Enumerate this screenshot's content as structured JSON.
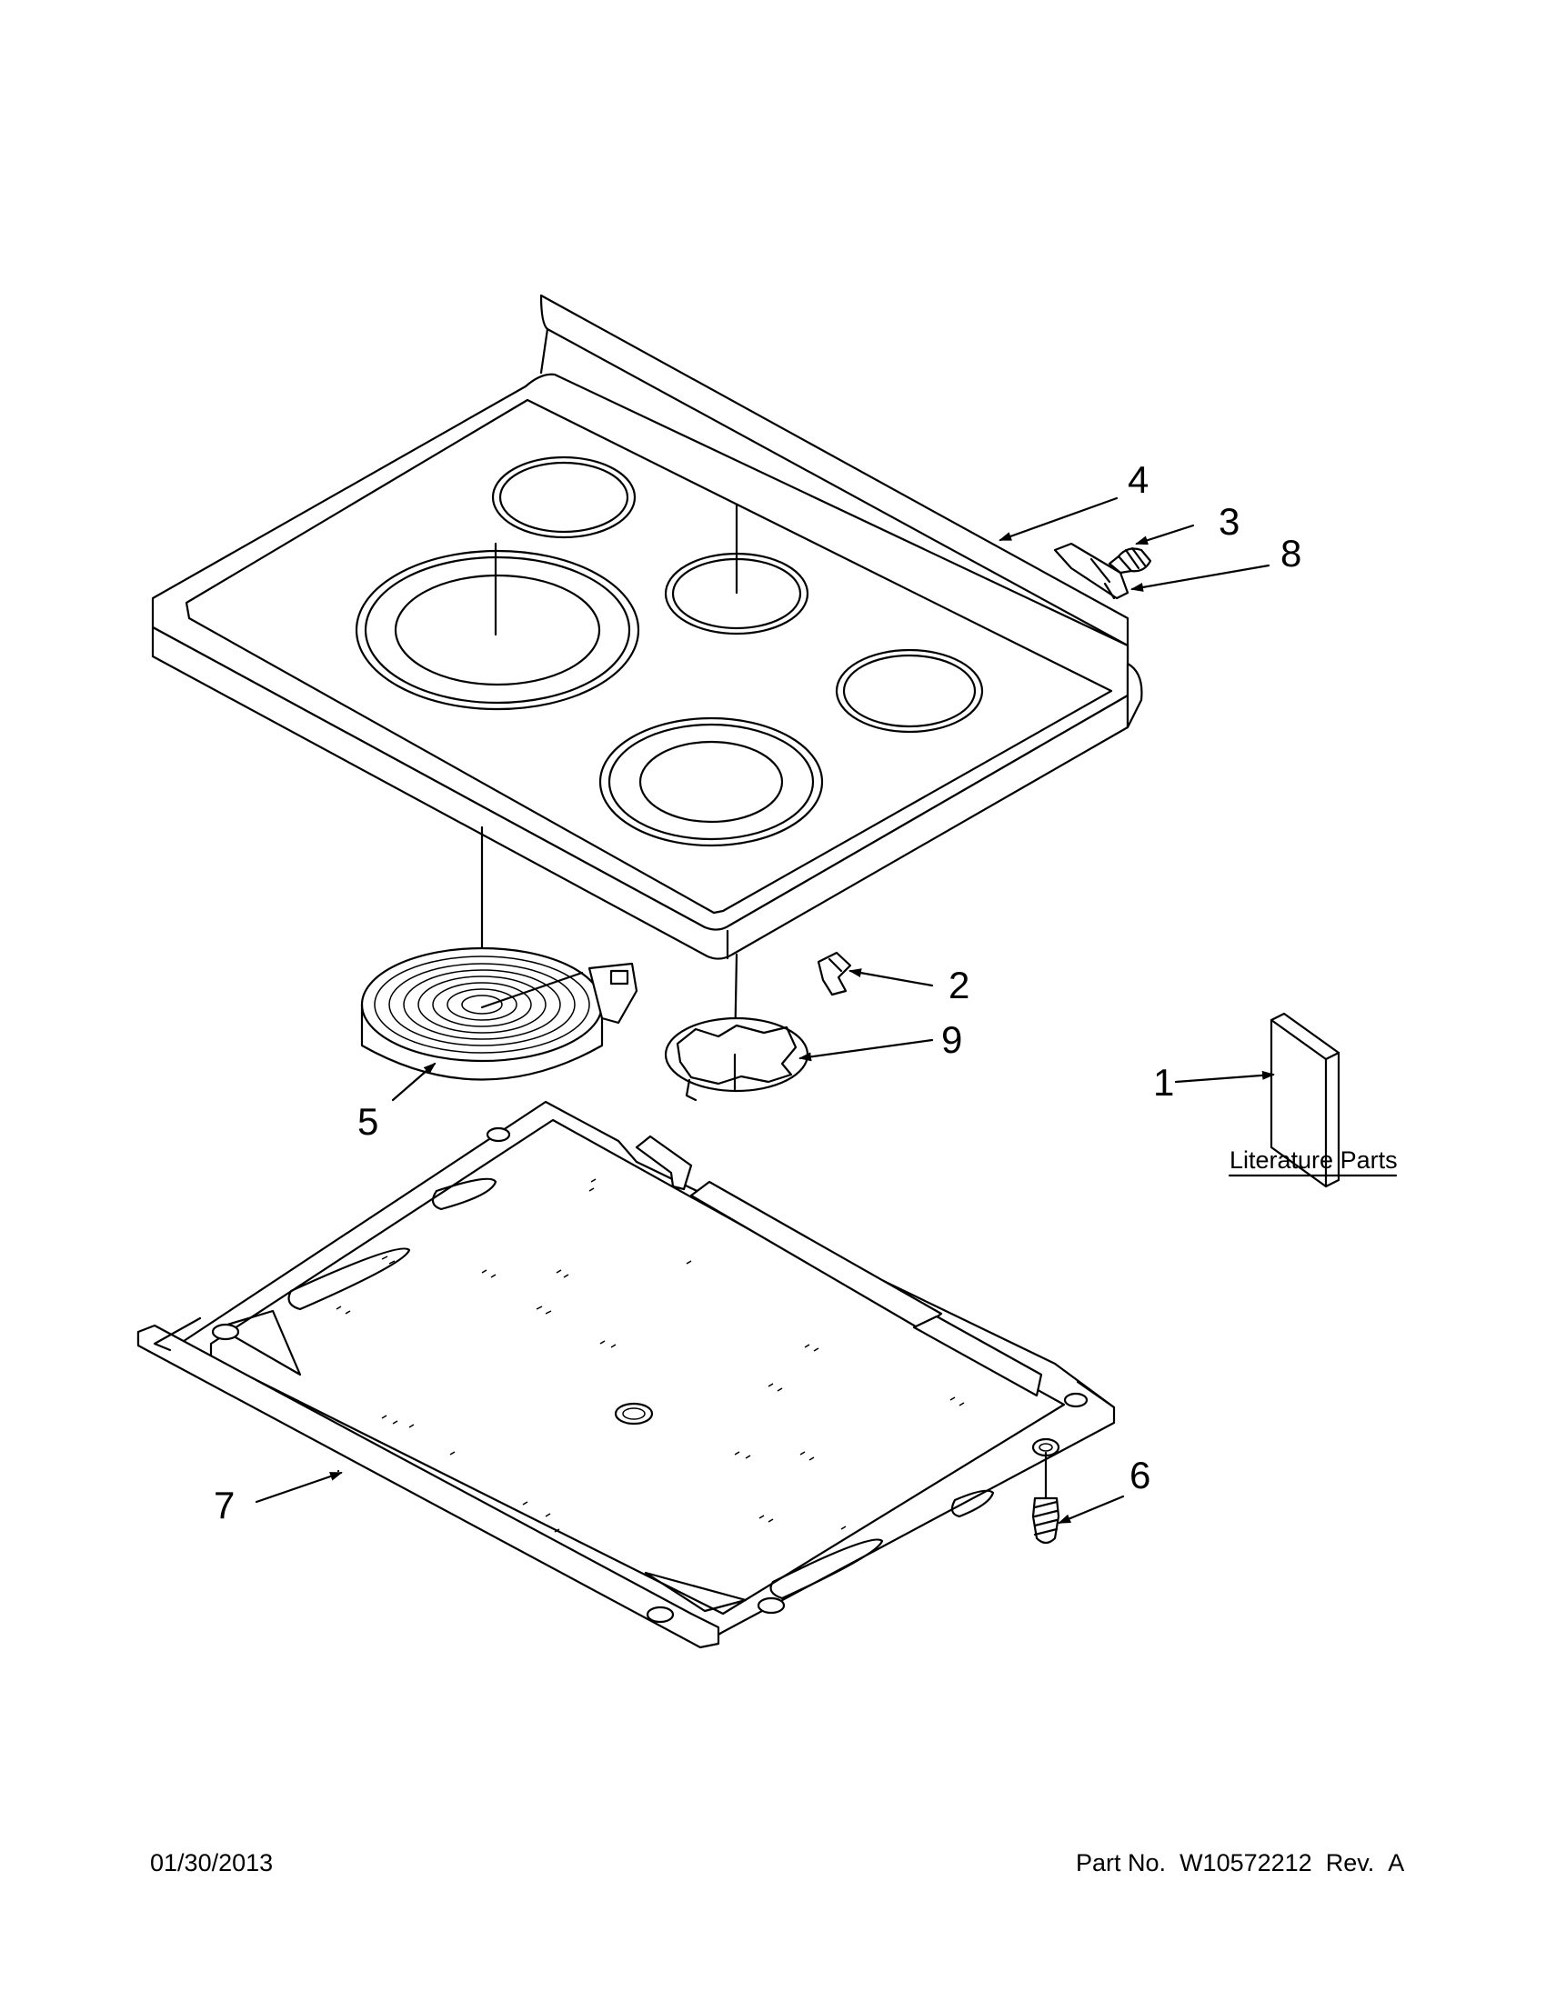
{
  "callouts": {
    "c1": "1",
    "c2": "2",
    "c3": "3",
    "c4": "4",
    "c5": "5",
    "c6": "6",
    "c7": "7",
    "c8": "8",
    "c9": "9"
  },
  "literature_label": "Literature Parts",
  "footer": {
    "date": "01/30/2013",
    "part_label": "Part No.",
    "part_number": "W10572212",
    "rev_label": "Rev.",
    "rev_value": "A"
  }
}
